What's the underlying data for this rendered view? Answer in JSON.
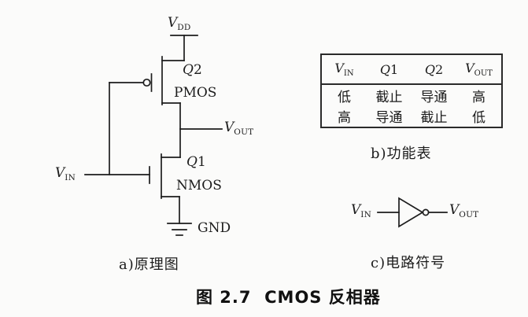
{
  "figure": {
    "caption": "图 2.7  CMOS 反相器"
  },
  "panel_a": {
    "caption": "a)原理图",
    "labels": {
      "vdd": {
        "base": "V",
        "sub": "DD"
      },
      "q2": {
        "base": "Q",
        "num": "2"
      },
      "pmos": {
        "text": "PMOS"
      },
      "vout": {
        "base": "V",
        "sub": "OUT"
      },
      "q1": {
        "base": "Q",
        "num": "1"
      },
      "nmos": {
        "text": "NMOS"
      },
      "vin": {
        "base": "V",
        "sub": "IN"
      },
      "gnd": {
        "text": "GND"
      }
    }
  },
  "panel_b": {
    "caption": "b)功能表",
    "table": {
      "headers": [
        {
          "base": "V",
          "sub": "IN"
        },
        {
          "base": "Q",
          "num": "1"
        },
        {
          "base": "Q",
          "num": "2"
        },
        {
          "base": "V",
          "sub": "OUT"
        }
      ],
      "rows": [
        [
          "低",
          "截止",
          "导通",
          "高"
        ],
        [
          "高",
          "导通",
          "截止",
          "低"
        ]
      ]
    }
  },
  "panel_c": {
    "caption": "c)电路符号",
    "labels": {
      "vin": {
        "base": "V",
        "sub": "IN"
      },
      "vout": {
        "base": "V",
        "sub": "OUT"
      }
    }
  }
}
